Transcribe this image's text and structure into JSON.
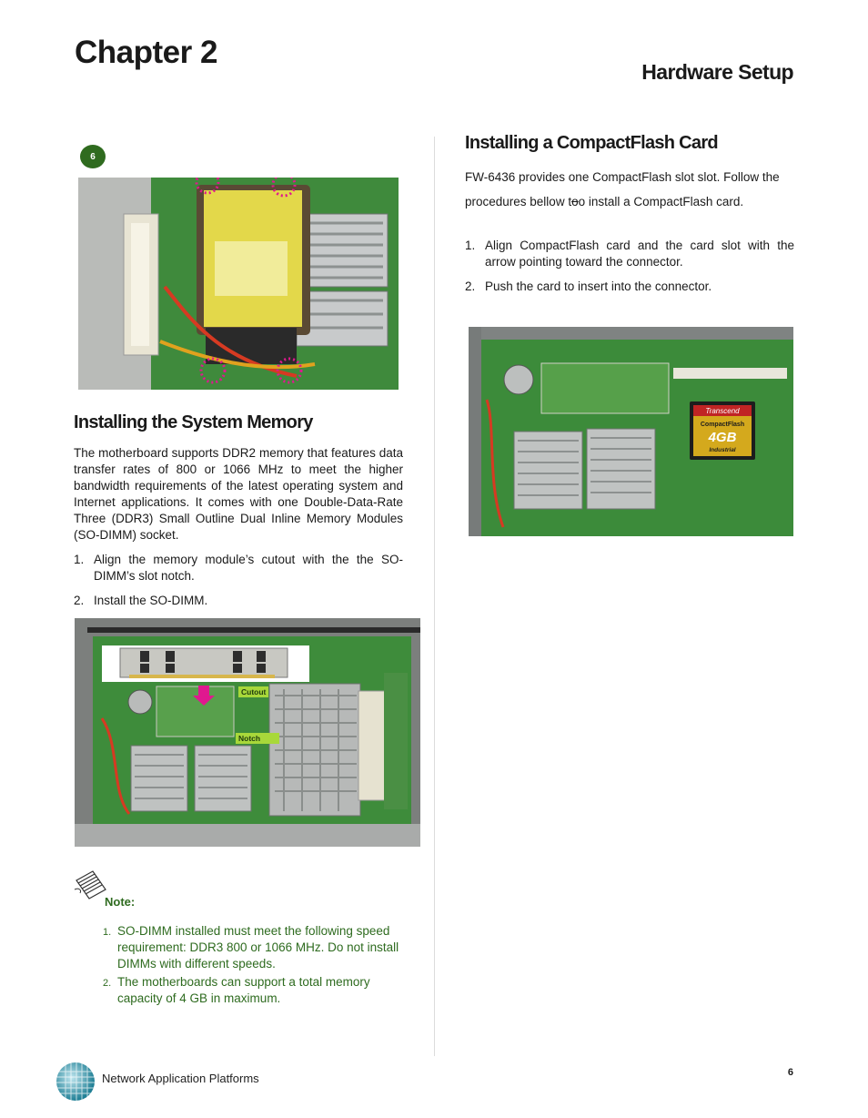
{
  "header": {
    "chapter": "Chapter 2",
    "section": "Hardware Setup"
  },
  "left": {
    "step_badge": "6",
    "memory_heading": "Installing the System Memory",
    "memory_intro": "The motherboard supports DDR2 memory that features data transfer rates of 800 or 1066 MHz to meet the higher bandwidth requirements of the latest operating system and Internet applications.  It comes with one Double-Data-Rate Three (DDR3)  Small Outline Dual Inline Memory Modules (SO-DIMM) socket.",
    "memory_steps": [
      {
        "num": "1.",
        "text": "Align the memory module’s cutout with the the SO-DIMM’s slot notch."
      },
      {
        "num": "2.",
        "text": "Install the SO-DIMM."
      }
    ],
    "callouts": {
      "cutout": "Cutout",
      "notch": "Notch"
    },
    "note_label": "Note:",
    "notes": [
      {
        "num": "1.",
        "text": "SO-DIMM  installed must meet the following speed requirement: DDR3 800 or 1066 MHz. Do not install DIMMs with different speeds."
      },
      {
        "num": "2.",
        "text": "The  motherboards can support a total memory capacity of 4 GB in maximum."
      }
    ]
  },
  "right": {
    "cf_heading": "Installing a CompactFlash Card",
    "cf_intro_a": "FW-6436 provides one CompactFlash slot slot. Follow the procedures bellow t",
    "cf_intro_strike": "o",
    "cf_intro_b": "o install a CompactFlash card.",
    "cf_steps": [
      {
        "num": "1.",
        "text": "Align CompactFlash card and the card slot with the arrow pointing toward the connector."
      },
      {
        "num": "2.",
        "text": "Push the card to insert into the connector."
      }
    ],
    "cf_card": {
      "brand": "Transcend",
      "name": "CompactFlash",
      "capacity": "4GB",
      "grade": "Industrial"
    }
  },
  "footer": {
    "company": "Network Application Platforms",
    "page": "6"
  },
  "colors": {
    "note_green": "#2e6b1f",
    "badge_green": "#2f6b1f",
    "pcb_green": "#3d8a3a",
    "marker_magenta": "#e0188f"
  }
}
